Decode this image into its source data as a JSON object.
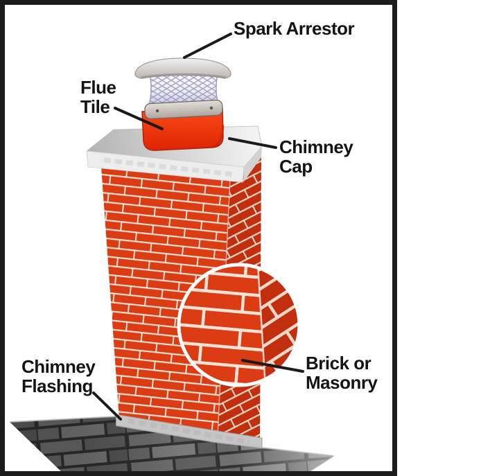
{
  "figure": {
    "type": "labeled-diagram",
    "subject": "Chimney anatomy diagram"
  },
  "labels": {
    "spark_arrestor": {
      "text": "Spark Arrestor"
    },
    "flue_tile": {
      "line1": "Flue",
      "line2": "Tile"
    },
    "chimney_cap": {
      "line1": "Chimney",
      "line2": "Cap"
    },
    "brick_masonry": {
      "line1": "Brick or",
      "line2": "Masonry"
    },
    "chimney_flashing": {
      "line1": "Chimney",
      "line2": "Flashing"
    }
  },
  "colors": {
    "brick_front": "#dc3c13",
    "brick_side": "#c22f0e",
    "mortar": "#f6e3d6",
    "mortar_side": "#f2d9c9",
    "flue_tile_red": "#ee3008",
    "cap_gray": "#e4e4e4",
    "mesh_bg": "#f7f6fa",
    "mesh_line": "#a3a3bd",
    "clamp_gray": "#cdc6be",
    "flashing_gray": "#c6c6c6",
    "roof_shingle": "#6b6b6b",
    "roof_gap": "#303030",
    "label_text": "#141414",
    "leader_line": "#1a1a1a",
    "frame_border": "#1c1c1c",
    "background": "#ffffff"
  }
}
